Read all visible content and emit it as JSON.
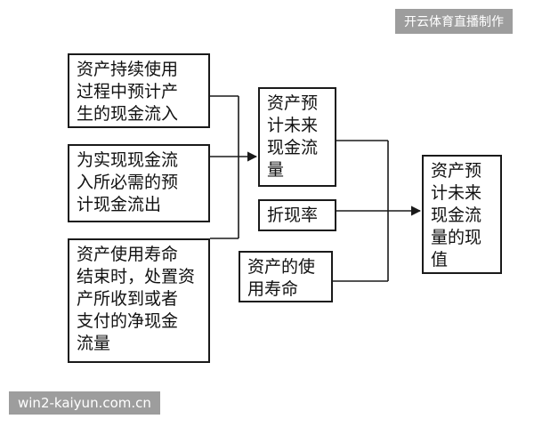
{
  "diagram": {
    "nodes": {
      "input1": "资产持续使用\n过程中预计产\n生的现金流入",
      "input2": "为实现现金流\n入所必需的预\n计现金流出",
      "input3": "资产使用寿命\n结束时，处置资\n产所收到或者\n支付的净现金\n流量",
      "middle": "资产预\n计未来\n现金流\n量",
      "rate": "折现率",
      "life": "资产的使\n用寿命",
      "final": "资产预\n计未来\n现金流\n量的现\n值"
    }
  },
  "watermarks": {
    "top": "开云体育直播制作",
    "bottom": "win2-kaiyun.com.cn"
  }
}
